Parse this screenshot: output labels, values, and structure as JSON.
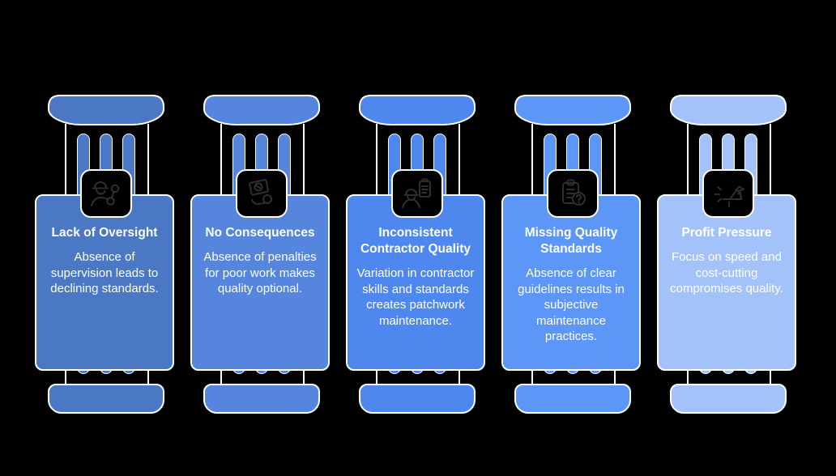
{
  "background_color": "#000000",
  "outline_color": "#ffffff",
  "text_color": "#ffffff",
  "icon_tile_color": "#000000",
  "icon_stroke_color": "#2e2e2e",
  "pillars": [
    {
      "title": "Lack of Oversight",
      "description": "Absence of supervision leads to declining standards.",
      "color": "#4a78c4",
      "icon": "worker-wrench-icon"
    },
    {
      "title": "No Consequences",
      "description": "Absence of penalties for poor work makes quality optional.",
      "color": "#5585dc",
      "icon": "no-penalty-icon"
    },
    {
      "title": "Inconsistent Contractor Quality",
      "description": "Variation in contractor skills and standards creates patchwork maintenance.",
      "color": "#4e88ee",
      "icon": "contractor-clipboard-icon"
    },
    {
      "title": "Missing Quality Standards",
      "description": "Absence of clear guidelines results in subjective maintenance practices.",
      "color": "#5c96f6",
      "icon": "clipboard-question-icon"
    },
    {
      "title": "Profit Pressure",
      "description": "Focus on speed and cost-cutting compromises quality.",
      "color": "#a3c2fa",
      "icon": "stopwatch-icon"
    }
  ]
}
